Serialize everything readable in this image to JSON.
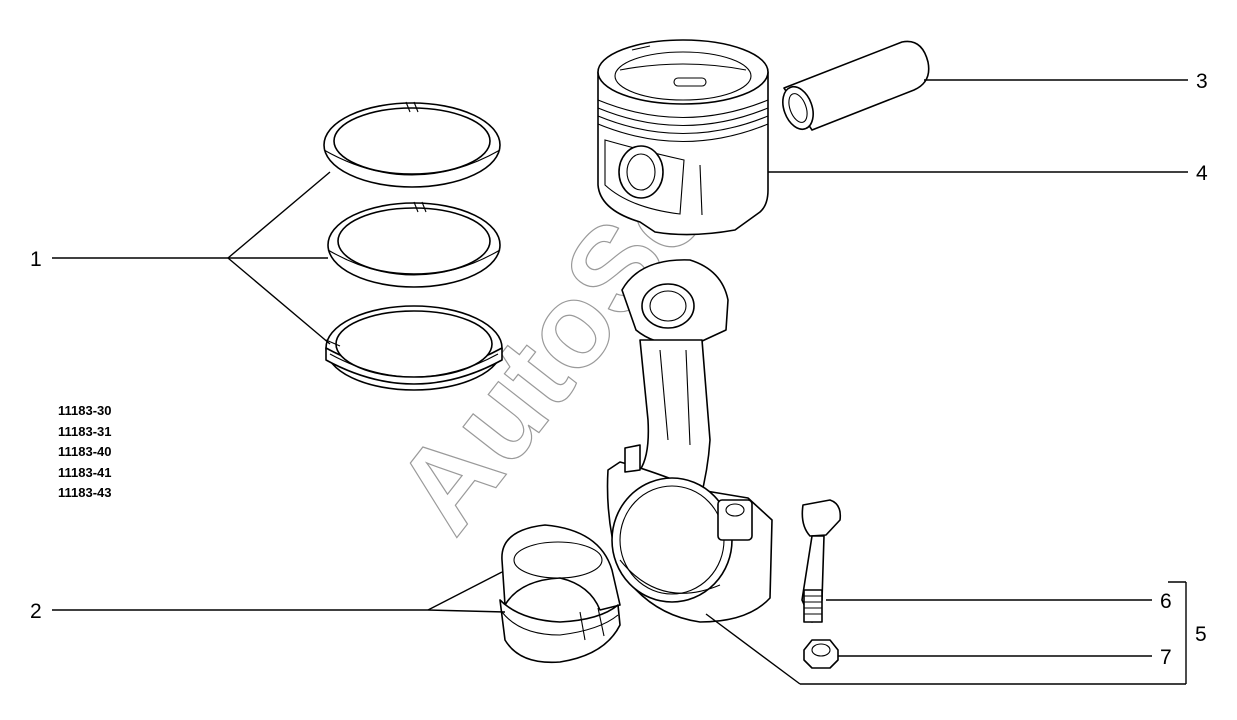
{
  "watermark": "AutoSoft",
  "model_codes": [
    "11183-30",
    "11183-31",
    "11183-40",
    "11183-41",
    "11183-43"
  ],
  "callouts": {
    "c1": "1",
    "c2": "2",
    "c3": "3",
    "c4": "4",
    "c5": "5",
    "c6": "6",
    "c7": "7"
  }
}
